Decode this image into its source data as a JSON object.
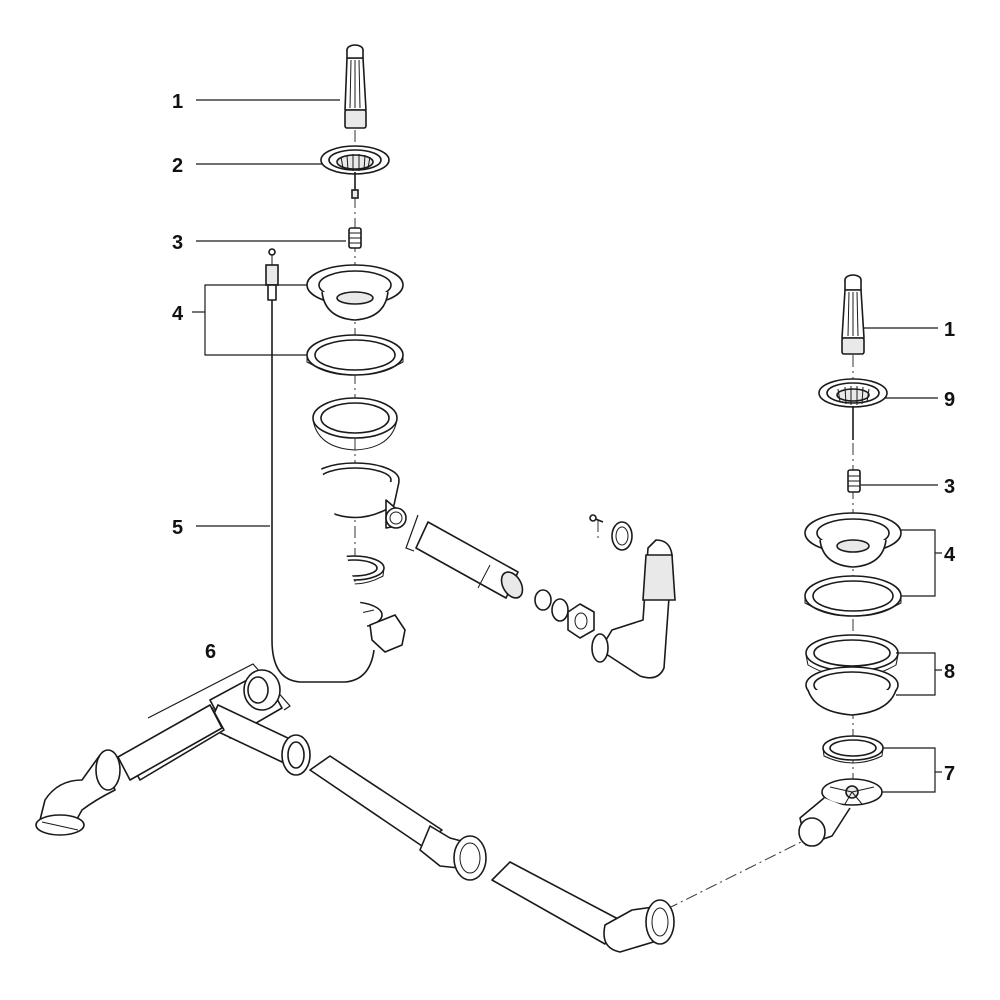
{
  "callouts": {
    "left_1": "1",
    "left_2": "2",
    "left_3": "3",
    "left_4": "4",
    "left_5": "5",
    "left_6": "6",
    "right_1": "1",
    "right_9": "9",
    "right_3": "3",
    "right_4": "4",
    "right_8": "8",
    "right_7": "7"
  }
}
